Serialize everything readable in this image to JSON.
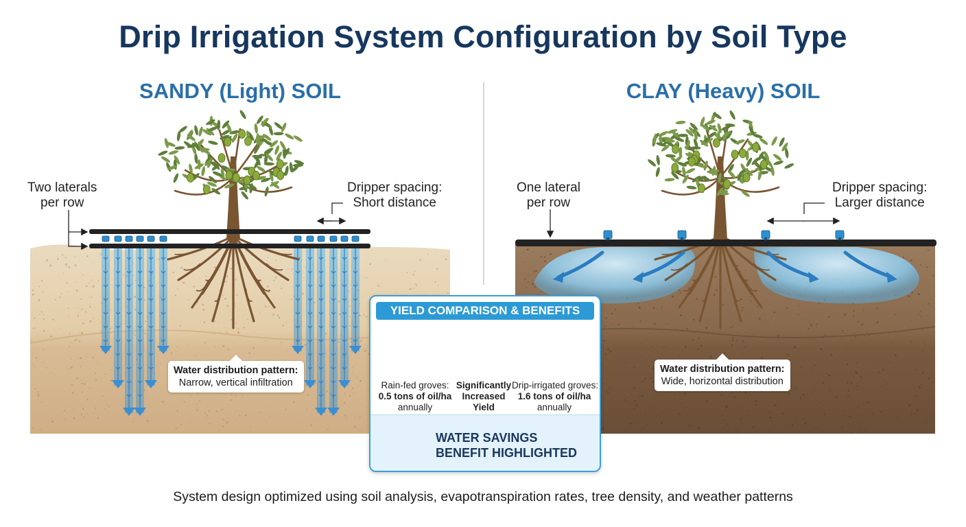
{
  "title": "Drip Irrigation System Configuration by Soil Type",
  "sandy": {
    "heading": "SANDY (Light) SOIL",
    "laterals_label": [
      "Two laterals",
      "per row"
    ],
    "spacing_label": [
      "Dripper spacing:",
      "Short distance"
    ],
    "pattern_title": "Water distribution pattern:",
    "pattern_text": "Narrow, vertical infiltration"
  },
  "clay": {
    "heading": "CLAY (Heavy) SOIL",
    "laterals_label": [
      "One lateral",
      "per row"
    ],
    "spacing_label": [
      "Dripper spacing:",
      "Larger distance"
    ],
    "pattern_title": "Water distribution pattern:",
    "pattern_text": "Wide, horizontal distribution"
  },
  "yield_box": {
    "heading": "YIELD COMPARISON & BENEFITS",
    "rainfed": {
      "line1": "Rain-fed groves:",
      "value": "0.5 tons of oil/ha",
      "line3": "annually"
    },
    "middle": [
      "Significantly",
      "Increased",
      "Yield"
    ],
    "drip": {
      "line1": "Drip-irrigated groves:",
      "value": "1.6 tons of oil/ha",
      "line3": "annually"
    },
    "savings": [
      "WATER SAVINGS",
      "BENEFIT HIGHLIGHTED"
    ]
  },
  "footer": "System design optimized using soil analysis, evapotranspiration rates, tree density, and weather patterns",
  "colors": {
    "title": "#17375e",
    "heading": "#2a6fa8",
    "accent": "#2c9ad6",
    "sand_top": "#e6d3b3",
    "sand_bottom": "#d7b892",
    "clay_top": "#8e6f52",
    "clay_bottom": "#6f5138",
    "water": "#5aaee0",
    "olive": "#8caa3a",
    "trunk": "#7a5532"
  }
}
